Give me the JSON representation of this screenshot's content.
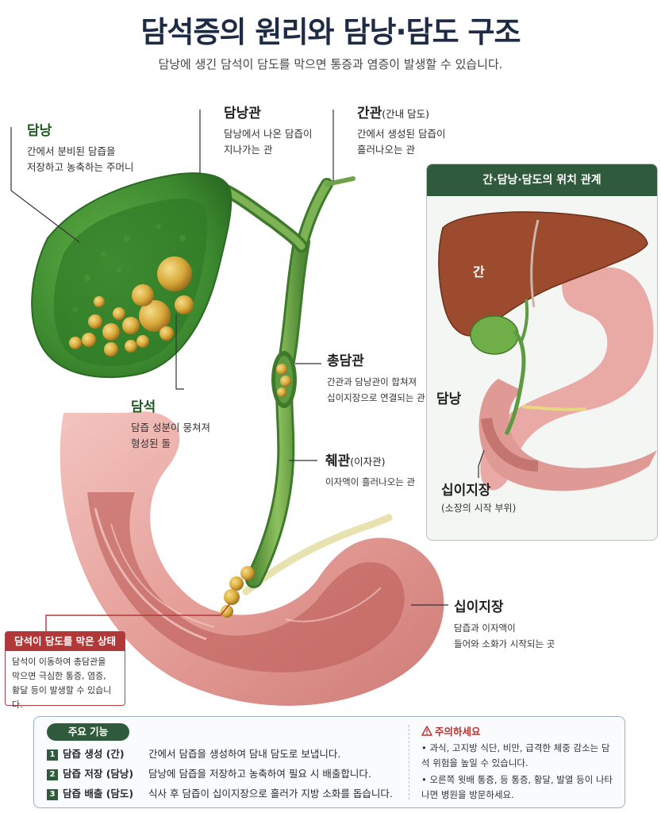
{
  "header": {
    "title": "담석증의 원리와 담낭·담도 구조",
    "subtitle": "담낭에 생긴 담석이 담도를 막으면 통증과 염증이 발생할 수 있습니다."
  },
  "labels": {
    "gallbladder": {
      "title": "담낭",
      "desc_1": "간에서 분비된 담즙을",
      "desc_2": "저장하고 농축하는 주머니"
    },
    "cystic_duct": {
      "title": "담낭관",
      "desc_1": "담낭에서 나온 담즙이",
      "desc_2": "지나가는 관"
    },
    "hepatic_duct": {
      "title": "간관",
      "sub": "(간내 담도)",
      "desc_1": "간에서 생성된 담즙이",
      "desc_2": "흘러나오는 관"
    },
    "common_bile_duct": {
      "title": "총담관",
      "desc_1": "간관과 담낭관이 합쳐져",
      "desc_2": "십이지장으로 연결되는 관"
    },
    "gallstone": {
      "title": "담석",
      "desc_1": "담즙 성분이 뭉쳐져",
      "desc_2": "형성된 돌"
    },
    "pancreatic_duct": {
      "title": "췌관",
      "sub": "(이자관)",
      "desc_1": "이자액이 흘러나오는 관"
    },
    "duodenum": {
      "title": "십이지장",
      "desc_1": "담즙과 이자액이",
      "desc_2": "들어와 소화가 시작되는 곳"
    }
  },
  "inset": {
    "heading": "간·담낭·담도의 위치 관계",
    "liver_label": "간",
    "gallbladder_label": "담낭",
    "duodenum_label": "십이지장",
    "duodenum_sub": "(소장의 시작 부위)"
  },
  "blocked": {
    "heading": "담석이 담도를 막은 상태",
    "line_1": "담석이 이동하여 총담관을",
    "line_2": "막으면 극심한 통증, 염증,",
    "line_3": "황달 등이 발생할 수 있습니다."
  },
  "functions": {
    "heading": "주요 기능",
    "items": [
      {
        "num": "1",
        "name": "담즙 생성 (간)",
        "desc": "간에서 담즙을 생성하여 담내 담도로 보냅니다."
      },
      {
        "num": "2",
        "name": "담즙 저장 (담낭)",
        "desc": "담낭에 담즙을 저장하고 농축하여 필요 시 배출합니다."
      },
      {
        "num": "3",
        "name": "담즙 배출 (담도)",
        "desc": "식사 후 담즙이 십이지장으로 흘러가 지방 소화를 돕습니다."
      }
    ]
  },
  "caution": {
    "icon": "warning-icon",
    "heading": "주의하세요",
    "items": [
      "과식, 고지방 식단, 비만, 급격한 체중 감소는 담석 위험을 높일 수 있습니다.",
      "오른쪽 윗배 통증, 등 통증, 황달, 발열 등이 나타나면 병원을 방문하세요."
    ]
  },
  "colors": {
    "gallbladder": "#4e9a3a",
    "duct": "#6fa24a",
    "stone": "#d9a93a",
    "duodenum": "#e8a4a0",
    "liver": "#9c4b2e",
    "accent": "#2f5b3c",
    "alert": "#b03838"
  }
}
